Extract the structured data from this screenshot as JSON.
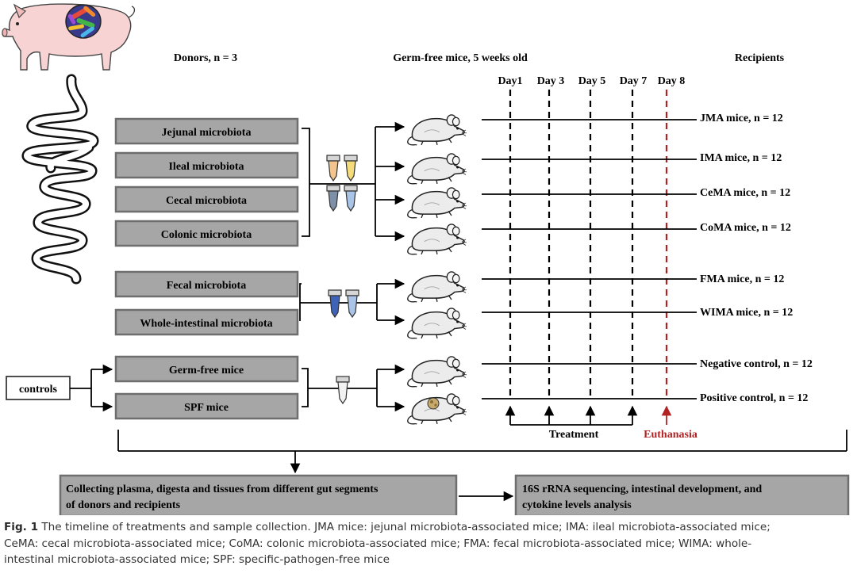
{
  "headers": {
    "donors": "Donors, n = 3",
    "germ_free": "Germ-free mice, 5 weeks old",
    "recipients": "Recipients"
  },
  "days": [
    "Day1",
    "Day 3",
    "Day 5",
    "Day 7",
    "Day 8"
  ],
  "donor_boxes": [
    "Jejunal microbiota",
    "Ileal microbiota",
    "Cecal microbiota",
    "Colonic microbiota",
    "Fecal microbiota",
    "Whole-intestinal microbiota",
    "Germ-free mice",
    "SPF mice"
  ],
  "controls_label": "controls",
  "recipients": [
    "JMA mice, n = 12",
    "IMA mice, n = 12",
    "CeMA mice, n = 12",
    "CoMA mice, n = 12",
    "FMA mice, n = 12",
    "WIMA mice, n = 12",
    "Negative control, n = 12",
    "Positive control, n = 12"
  ],
  "timeline": {
    "treatment": "Treatment",
    "euthanasia": "Euthanasia"
  },
  "bottom": {
    "left_line1": "Collecting plasma, digesta and tissues from different gut segments",
    "left_line2": "of donors and recipients",
    "right_line1": "16S rRNA sequencing, intestinal development, and",
    "right_line2": "cytokine levels analysis"
  },
  "caption": {
    "label": "Fig. 1",
    "line1": "The timeline of treatments and sample collection. JMA mice: jejunal microbiota-associated mice; IMA: ileal microbiota-associated mice;",
    "line2": "CeMA: cecal microbiota-associated mice; CoMA: colonic microbiota-associated mice; FMA: fecal microbiota-associated mice; WIMA: whole-",
    "line3": "intestinal microbiota-associated mice; SPF: specific-pathogen-free mice"
  },
  "colors": {
    "box_fill": "#a6a6a6",
    "box_stroke": "#6e6e6e",
    "euthanasia": "#b22222",
    "tube_orange": "#f2c48e",
    "tube_yellow": "#f5dc7a",
    "tube_slate": "#7e8fa8",
    "tube_lightblue": "#a9c4e6",
    "tube_blue": "#3f63b8",
    "tube_white": "#f2f2f2",
    "pig": "#f7d3d3"
  }
}
